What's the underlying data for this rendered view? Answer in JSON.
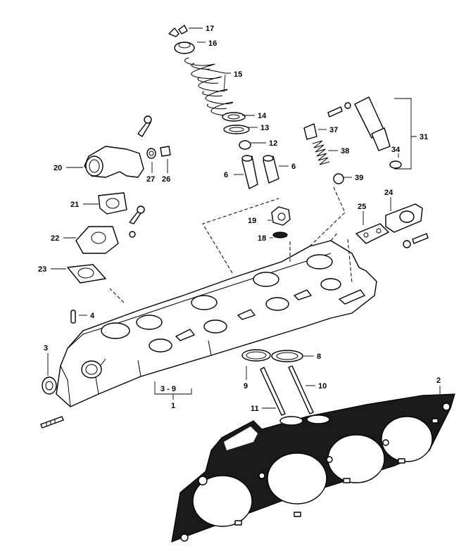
{
  "callouts": {
    "c1": "1",
    "c2": "2",
    "c3": "3",
    "c3_9": "3 - 9",
    "c4": "4",
    "c6a": "6",
    "c6b": "6",
    "c8": "8",
    "c9": "9",
    "c10": "10",
    "c11": "11",
    "c12": "12",
    "c13": "13",
    "c14": "14",
    "c15": "15",
    "c16": "16",
    "c17": "17",
    "c18": "18",
    "c19": "19",
    "c20": "20",
    "c21": "21",
    "c22": "22",
    "c23": "23",
    "c24": "24",
    "c25": "25",
    "c26": "26",
    "c27": "27",
    "c31": "31",
    "c34": "34",
    "c37": "37",
    "c38": "38",
    "c39": "39"
  },
  "colors": {
    "line": "#000000",
    "background": "#ffffff",
    "gasket": "#1a1a1a"
  }
}
